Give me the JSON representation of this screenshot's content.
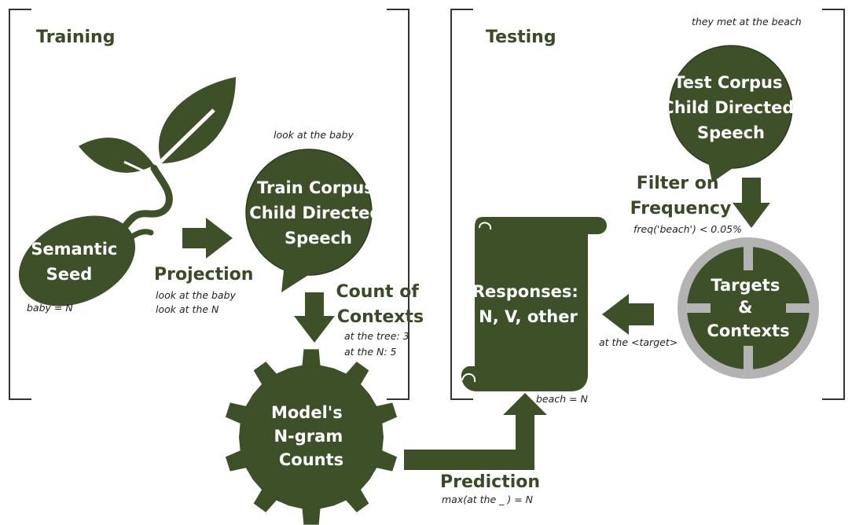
{
  "sections": {
    "training": "Training",
    "testing": "Testing"
  },
  "seed": {
    "label_lines": [
      "Semantic",
      "Seed"
    ],
    "note": "baby = N"
  },
  "projection": {
    "label": "Projection",
    "notes": [
      "look at the baby",
      "look at the N"
    ]
  },
  "train_corpus": {
    "caption": "look at the baby",
    "label_lines": [
      "Train Corpus",
      "Child Directed",
      "Speech"
    ]
  },
  "count_contexts": {
    "label_lines": [
      "Count of",
      "Contexts"
    ],
    "notes": [
      "at the tree: 3",
      "at the N: 5"
    ]
  },
  "model": {
    "label_lines": [
      "Model's",
      "N-gram",
      "Counts"
    ]
  },
  "prediction": {
    "label": "Prediction",
    "note": "max(at the _ ) = N"
  },
  "responses": {
    "label_lines": [
      "Responses:",
      "N, V, other"
    ],
    "note": "beach = N"
  },
  "test_corpus": {
    "caption": "they met at the beach",
    "label_lines": [
      "Test Corpus",
      "Child Directed",
      "Speech"
    ]
  },
  "filter": {
    "label_lines": [
      "Filter on",
      "Frequency"
    ],
    "note": "freq('beach') < 0.05%"
  },
  "targets": {
    "label_lines": [
      "Targets",
      "&",
      "Contexts"
    ],
    "note": "at the <target>"
  },
  "colors": {
    "shape_fill": "#3d5028",
    "label_text": "#3a4a26",
    "ring": "#b3b3b3"
  }
}
